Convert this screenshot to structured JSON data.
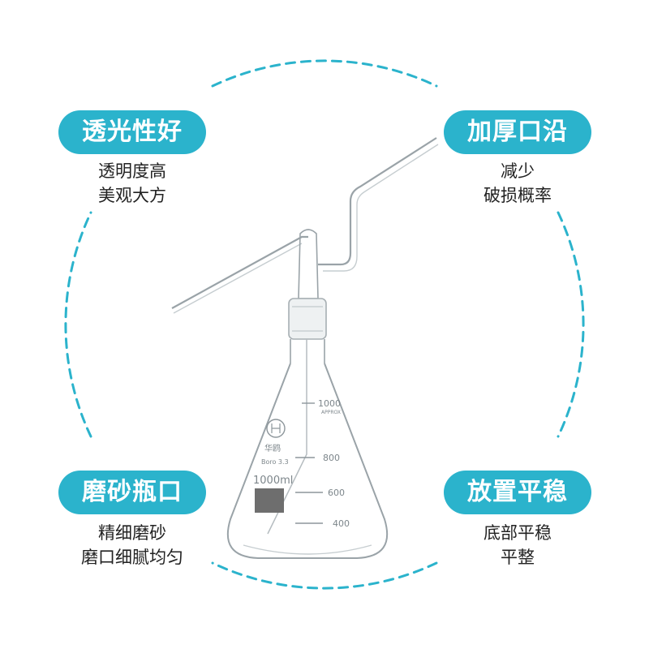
{
  "features": {
    "top_left": {
      "title": "透光性好",
      "line1": "透明度高",
      "line2": "美观大方"
    },
    "top_right": {
      "title": "加厚口沿",
      "line1": "减少",
      "line2": "破损概率"
    },
    "bottom_left": {
      "title": "磨砂瓶口",
      "line1": "精细磨砂",
      "line2": "磨口细腻均匀"
    },
    "bottom_right": {
      "title": "放置平稳",
      "line1": "底部平稳",
      "line2": "平整"
    }
  },
  "flask": {
    "brand": "华鸥",
    "material": "Boro 3.3",
    "capacity_label": "1000ml",
    "approx_label": "APPROX",
    "graduations": [
      "1000",
      "800",
      "600",
      "400"
    ]
  },
  "colors": {
    "accent": "#2bb3cc",
    "text": "#222222",
    "glass": "#9aa3a8"
  }
}
